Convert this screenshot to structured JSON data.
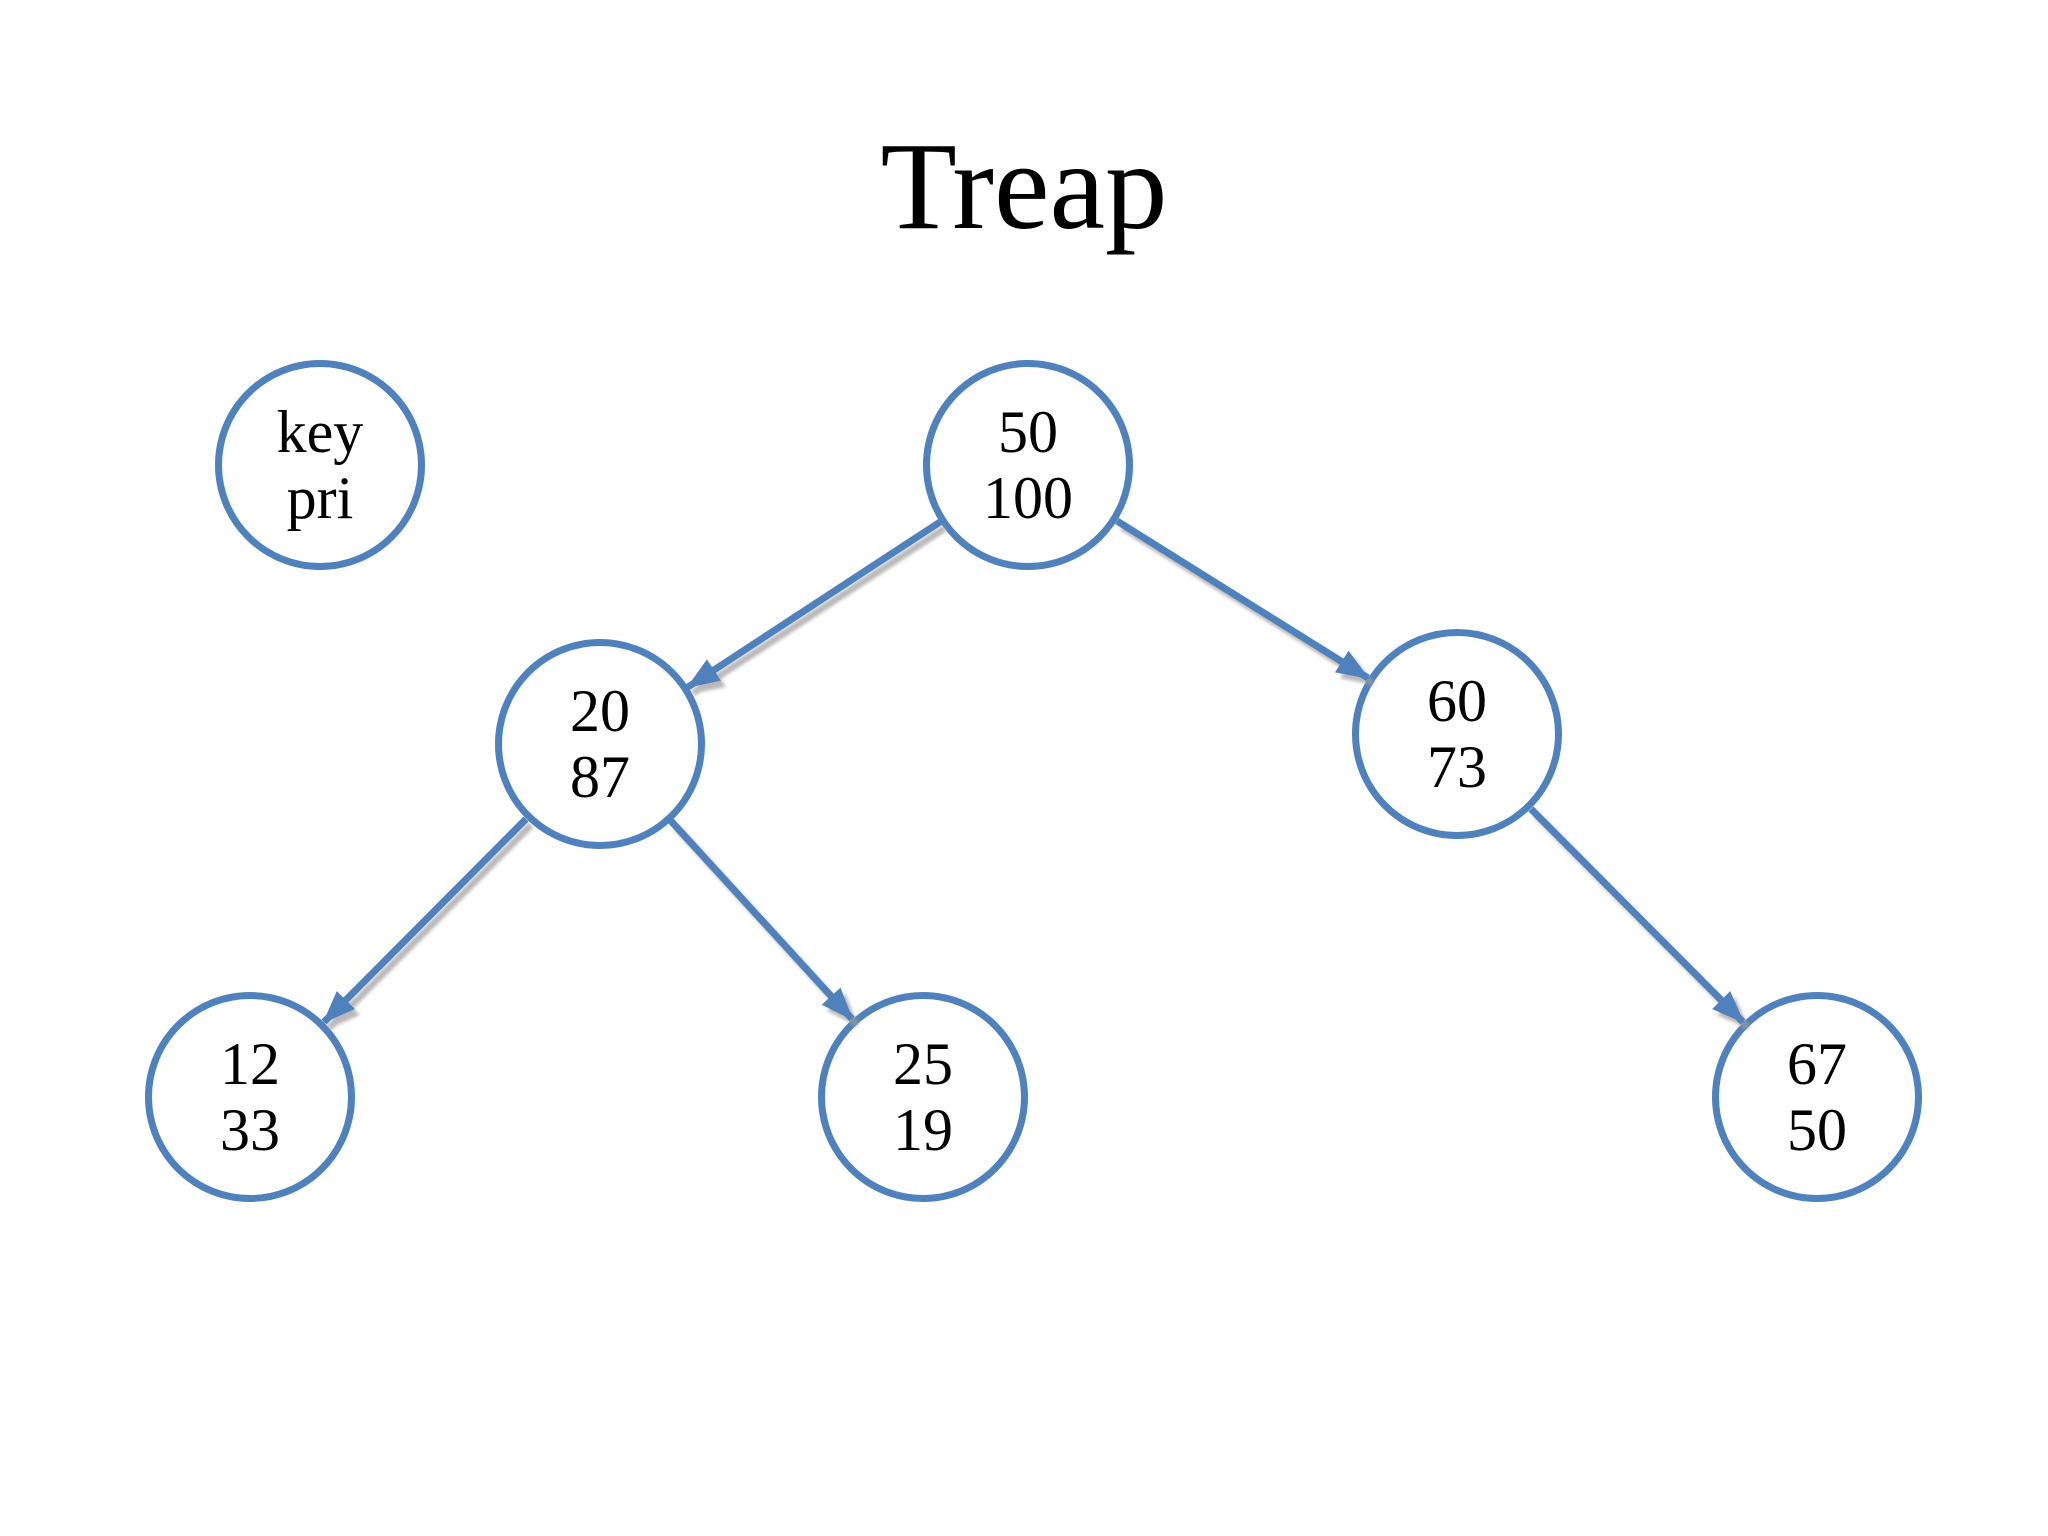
{
  "title": "Treap",
  "legend": {
    "key_label": "key",
    "pri_label": "pri"
  },
  "tree": {
    "nodes": [
      {
        "id": "root",
        "key": "50",
        "pri": "100"
      },
      {
        "id": "left-child",
        "key": "20",
        "pri": "87"
      },
      {
        "id": "right-child",
        "key": "60",
        "pri": "73"
      },
      {
        "id": "left-left-leaf",
        "key": "12",
        "pri": "33"
      },
      {
        "id": "left-right-leaf",
        "key": "25",
        "pri": "19"
      },
      {
        "id": "right-right-leaf",
        "key": "67",
        "pri": "50"
      }
    ],
    "edges": [
      {
        "from": "root",
        "to": "left-child"
      },
      {
        "from": "root",
        "to": "right-child"
      },
      {
        "from": "left-child",
        "to": "left-left-leaf"
      },
      {
        "from": "left-child",
        "to": "left-right-leaf"
      },
      {
        "from": "right-child",
        "to": "right-right-leaf"
      }
    ]
  },
  "colors": {
    "node_stroke": "#4f81bd",
    "edge": "#4f81bd",
    "text": "#000000",
    "background": "#ffffff"
  }
}
